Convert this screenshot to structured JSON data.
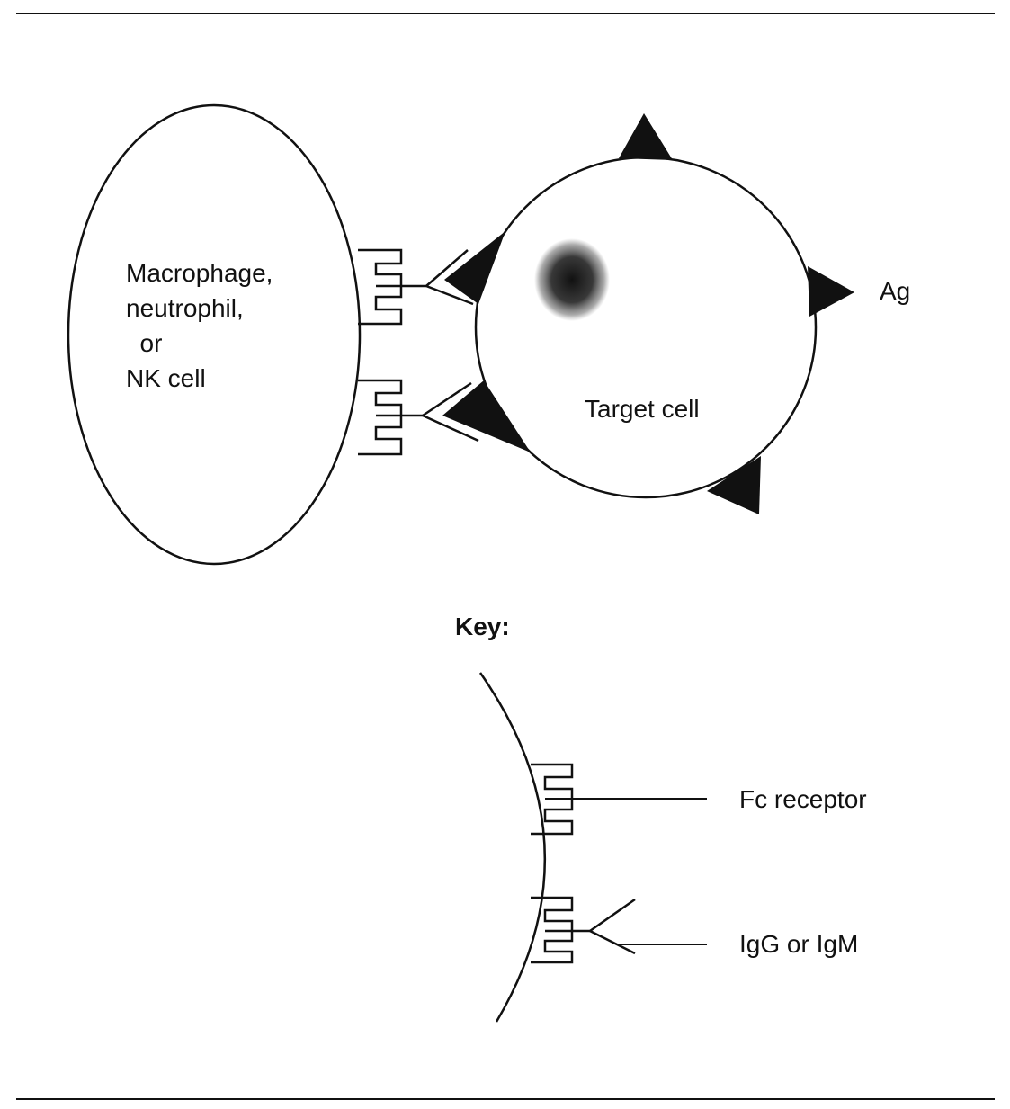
{
  "colors": {
    "ink": "#111111",
    "background": "#ffffff"
  },
  "effector_cell": {
    "label_lines": [
      "Macrophage,",
      "neutrophil,",
      "  or",
      "NK cell"
    ]
  },
  "target_cell": {
    "label": "Target cell"
  },
  "antigen": {
    "label": "Ag"
  },
  "key": {
    "title": "Key:",
    "fc_receptor_label": "Fc receptor",
    "antibody_label": "IgG or IgM"
  }
}
